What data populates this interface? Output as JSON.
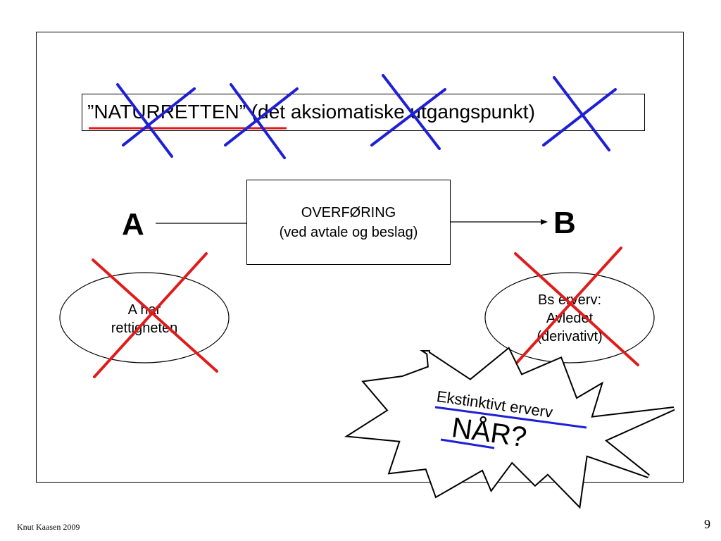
{
  "slide": {
    "title_quote": "”NATURRETTEN”",
    "title_rest": " (det aksiomatiske utgangspunkt)",
    "party_a": "A",
    "party_b": "B",
    "transfer_line1": "OVERFØRING",
    "transfer_line2": "(ved avtale og beslag)",
    "a_ellipse_line1": "A har",
    "a_ellipse_line2": "rettigheten",
    "b_ellipse_line1": "Bs erverv:",
    "b_ellipse_line2": "Avledet",
    "b_ellipse_line3": "(derivativt)",
    "burst_line1": "Ekstinktivt erverv",
    "burst_line2": "NÅR?"
  },
  "footer": {
    "author": "Knut Kaasen 2009",
    "page": "9"
  },
  "colors": {
    "blue_cross": "#1f1fd6",
    "red_cross": "#e01b1b",
    "red_underline": "#e01b1b",
    "blue_underline": "#1f1fd6"
  }
}
